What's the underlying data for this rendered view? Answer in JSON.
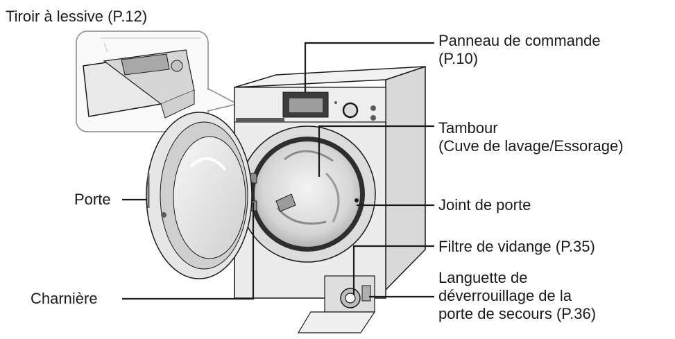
{
  "labels": {
    "drawer": "Tiroir à lessive (P.12)",
    "control_panel": [
      "Panneau de commande",
      "(P.10)"
    ],
    "drum": [
      "Tambour",
      "(Cuve de lavage/Essorage)"
    ],
    "door": "Porte",
    "door_seal": "Joint de porte",
    "hinge": "Charnière",
    "drain_filter": "Filtre de vidange (P.35)",
    "release_tab": [
      "Languette de",
      "déverrouillage de la",
      "porte de secours (P.36)"
    ]
  },
  "colors": {
    "line": "#1a1a1a",
    "body": "#ebebeb",
    "shade": "#c9c9c9",
    "dark": "#3c3c3c",
    "glass": "#e0e0e0"
  }
}
